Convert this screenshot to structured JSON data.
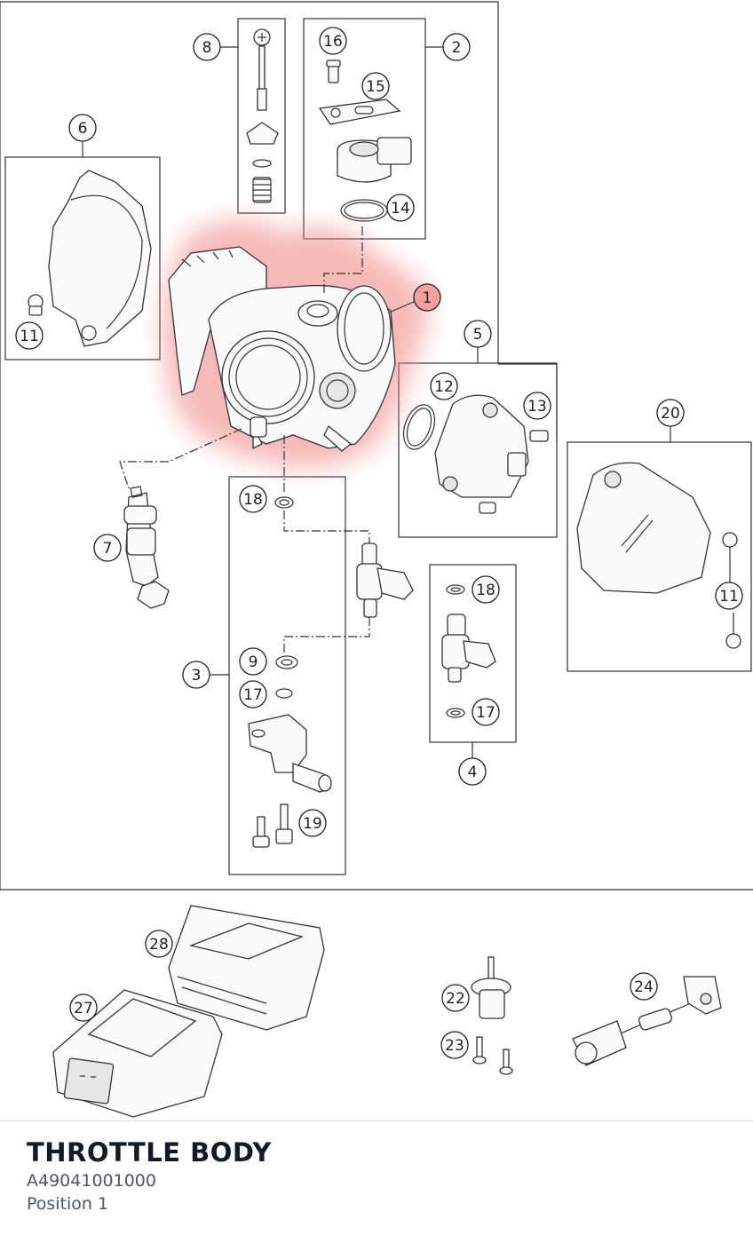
{
  "footer": {
    "title": "THROTTLE BODY",
    "part_number": "A49041001000",
    "position": "Position 1"
  },
  "highlight_color": "#f08080",
  "callouts": {
    "c1": "1",
    "c2": "2",
    "c3": "3",
    "c4": "4",
    "c5": "5",
    "c6": "6",
    "c7": "7",
    "c8": "8",
    "c9": "9",
    "c11a": "11",
    "c11b": "11",
    "c12": "12",
    "c13": "13",
    "c14": "14",
    "c15": "15",
    "c16": "16",
    "c17a": "17",
    "c17b": "17",
    "c18a": "18",
    "c18b": "18",
    "c19": "19",
    "c20": "20",
    "c22": "22",
    "c23": "23",
    "c24": "24",
    "c27": "27",
    "c28": "28"
  }
}
